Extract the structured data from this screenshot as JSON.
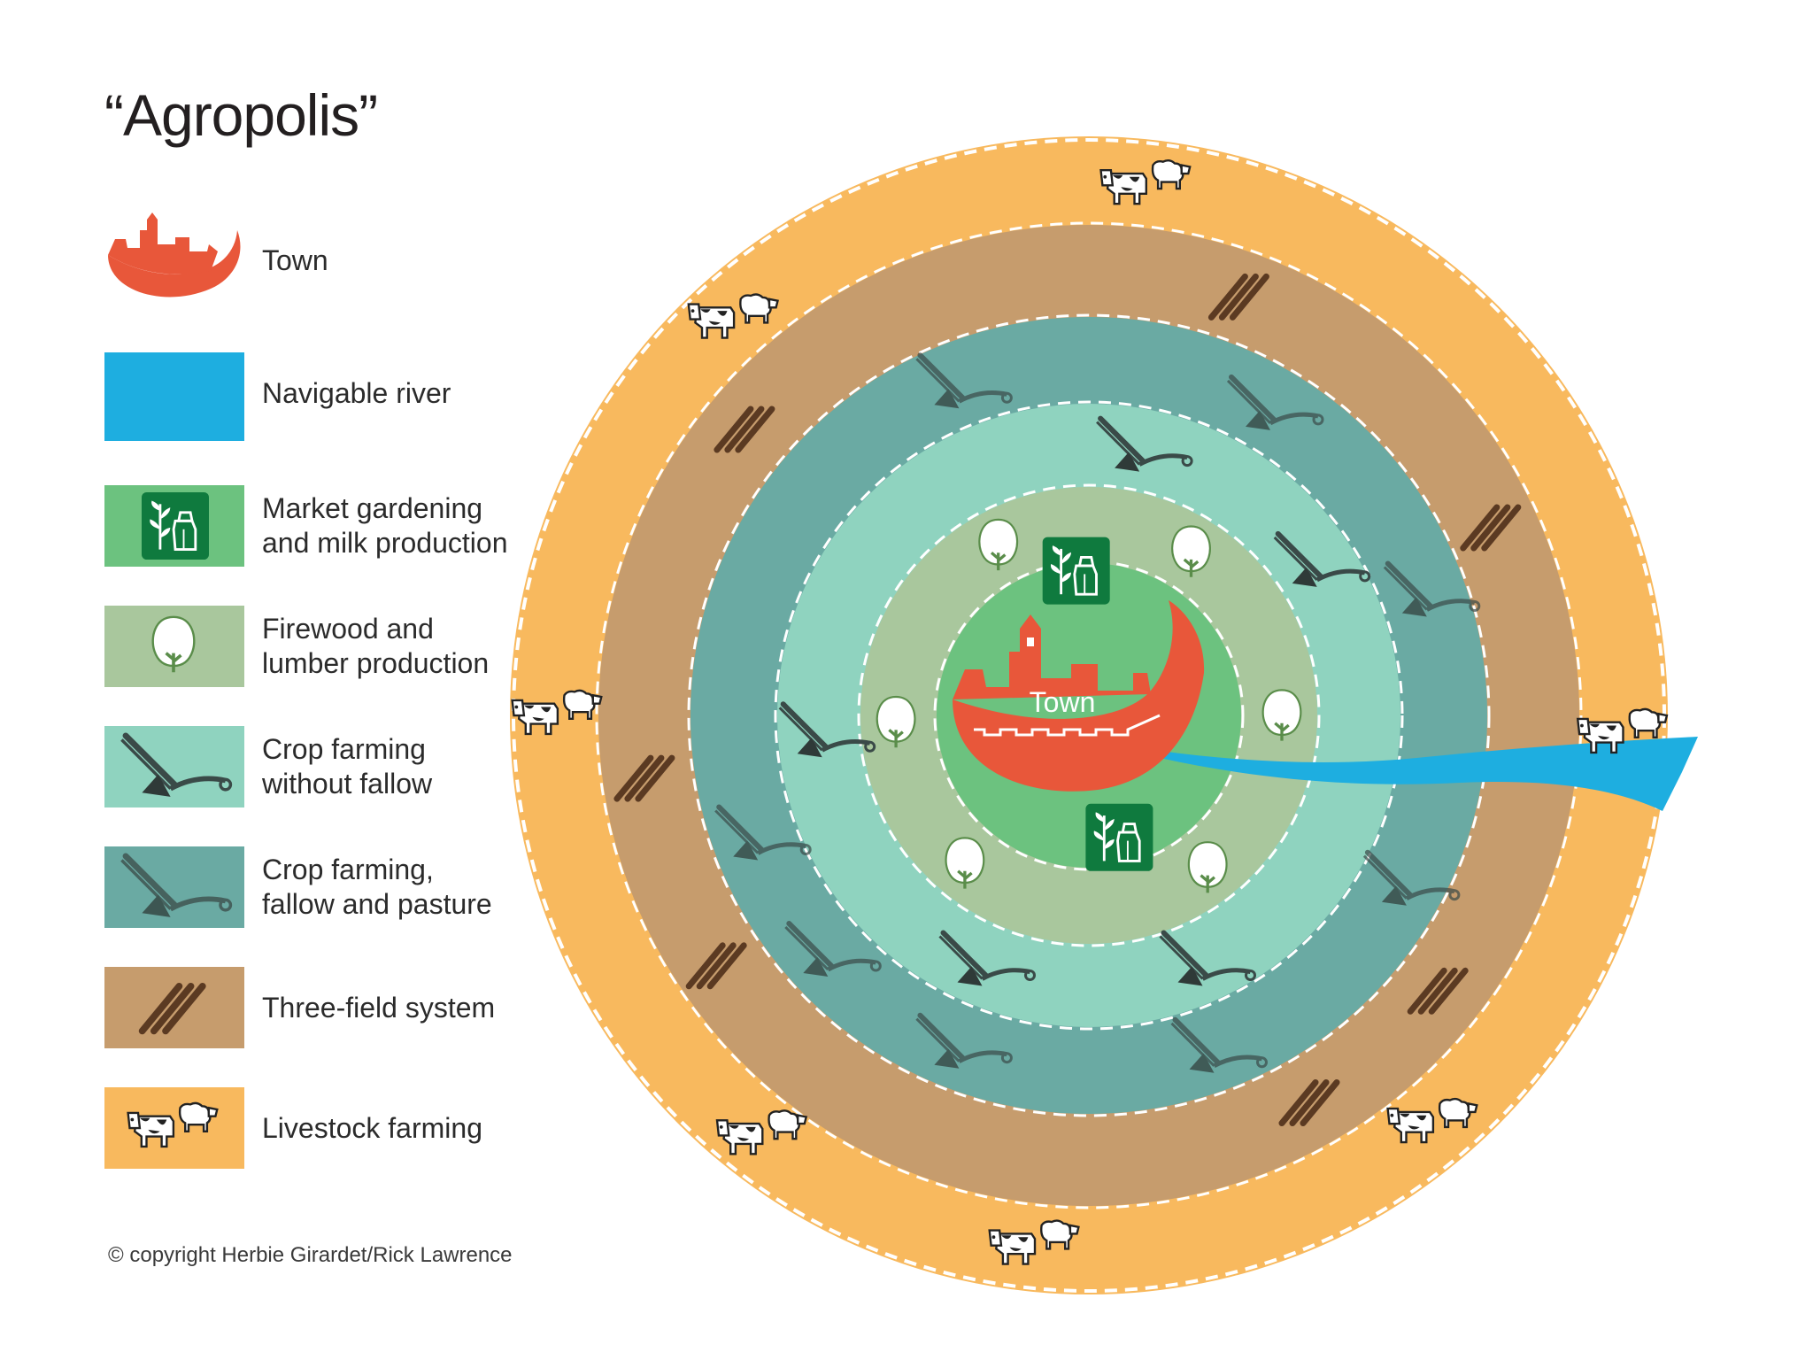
{
  "title": "“Agropolis”",
  "copyright": "© copyright Herbie Girardet/Rick Lawrence",
  "center_label": "Town",
  "colors": {
    "town": "#e8573a",
    "river": "#1eaee0",
    "market": "#6cc27f",
    "firewood": "#a9c79d",
    "crop_no_fallow": "#8fd3bf",
    "crop_fallow": "#6aaaa3",
    "three_field": "#c69c6d",
    "livestock": "#f8b95e",
    "icon_box": "#0f7a3e"
  },
  "legend": [
    {
      "key": "town",
      "label": "Town",
      "icon": "town-silhouette-icon"
    },
    {
      "key": "river",
      "label": "Navigable river",
      "icon": "river-swatch"
    },
    {
      "key": "market",
      "label": "Market gardening\nand milk production",
      "icon": "plant-milk-icon"
    },
    {
      "key": "firewood",
      "label": "Firewood and\nlumber production",
      "icon": "tree-icon"
    },
    {
      "key": "crop_no_fallow",
      "label": "Crop farming\nwithout fallow",
      "icon": "plough-icon"
    },
    {
      "key": "crop_fallow",
      "label": "Crop farming,\nfallow and pasture",
      "icon": "plough-icon"
    },
    {
      "key": "three_field",
      "label": "Three-field system",
      "icon": "furrow-icon"
    },
    {
      "key": "livestock",
      "label": "Livestock farming",
      "icon": "cow-sheep-icon"
    }
  ]
}
